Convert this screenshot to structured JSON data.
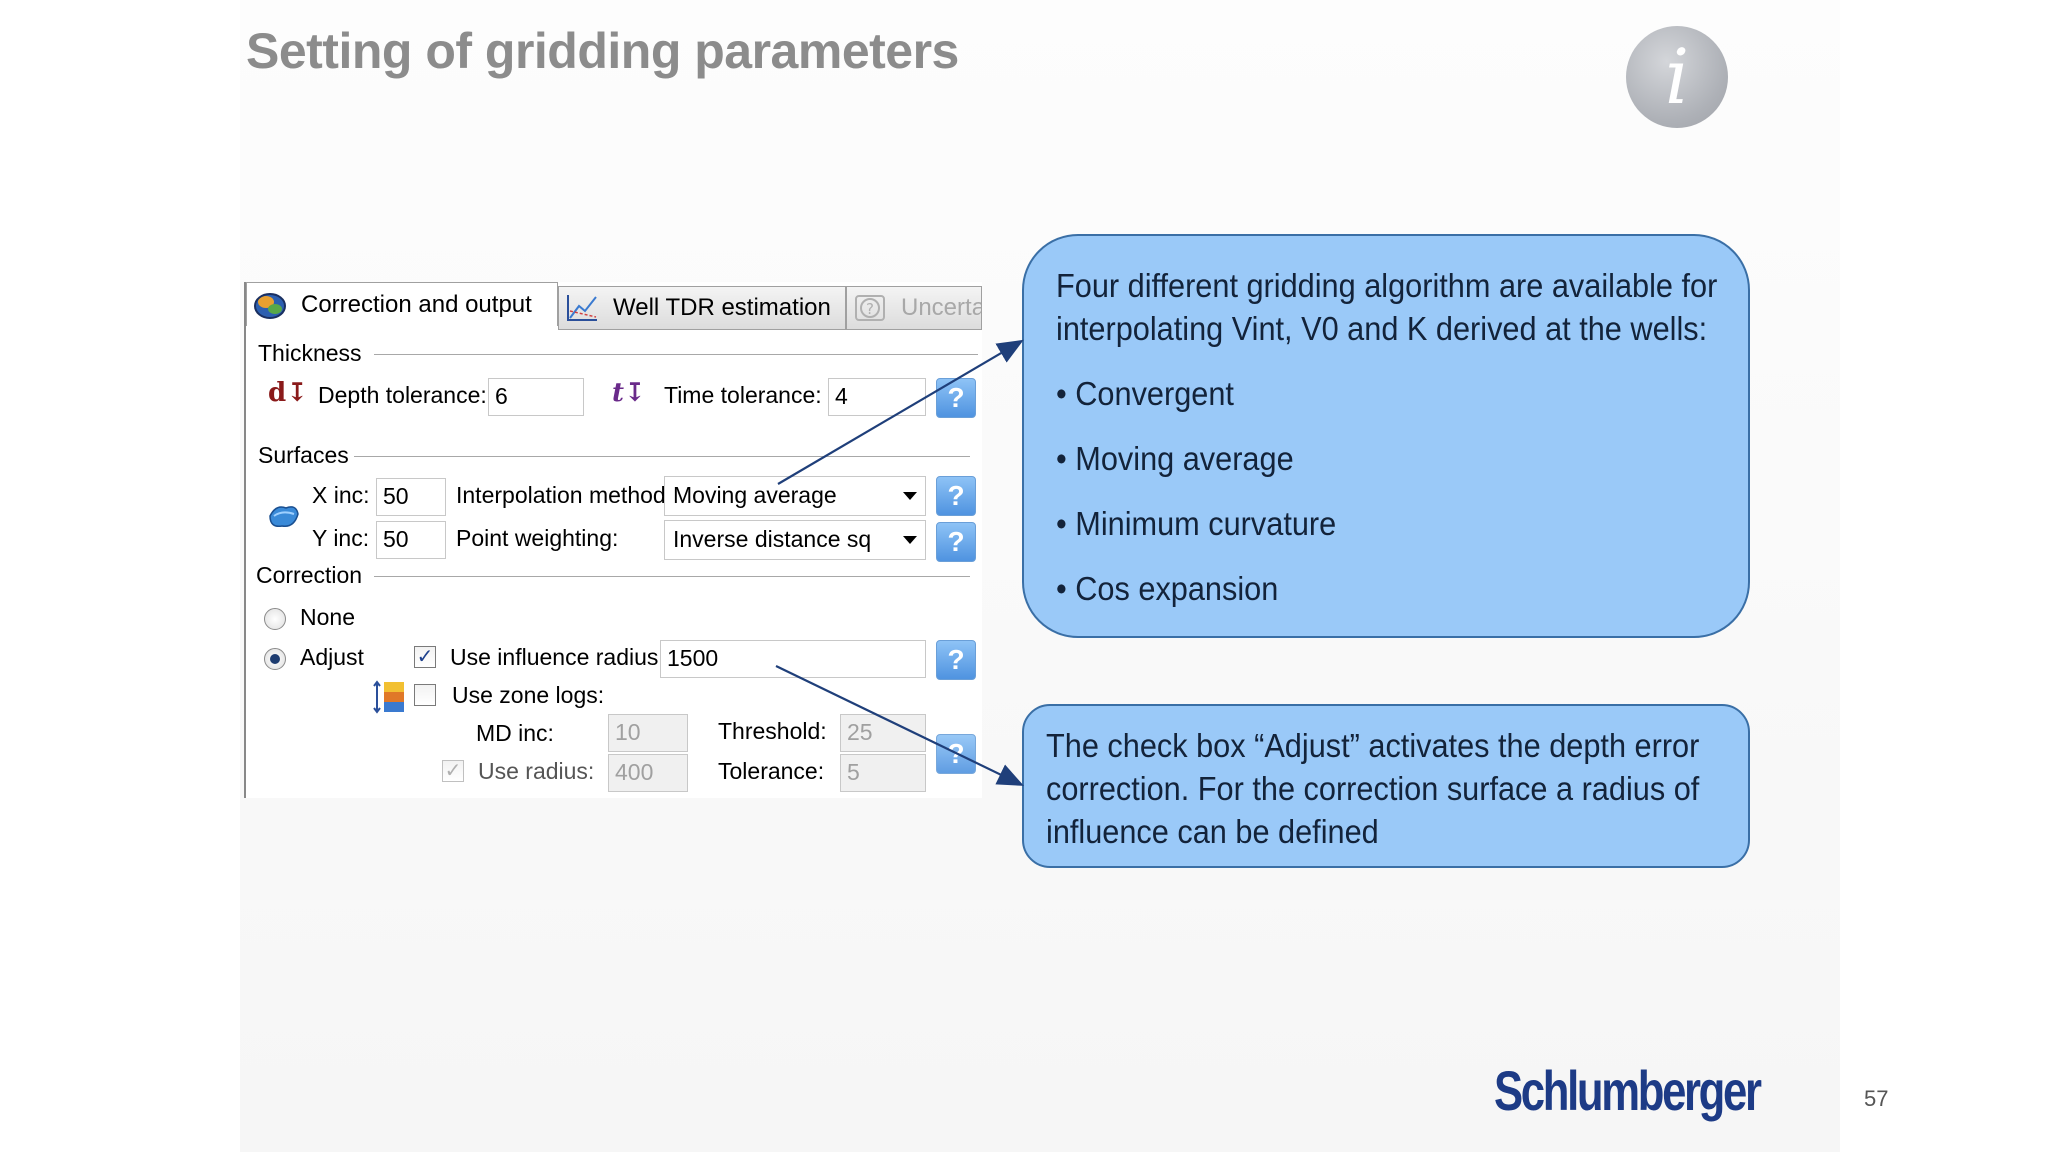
{
  "slide": {
    "title": "Setting of gridding parameters",
    "info_icon_glyph": "i",
    "logo_text": "Schlumberger",
    "page_number": "57"
  },
  "dialog": {
    "tabs": [
      {
        "label": "Correction and output",
        "icon": "globe-layers-icon",
        "selected": true
      },
      {
        "label": "Well TDR estimation",
        "icon": "chart-icon",
        "selected": false
      },
      {
        "label": "Uncerta",
        "icon": "uncertainty-icon",
        "selected": false,
        "disabled": true
      }
    ],
    "thickness": {
      "group_label": "Thickness",
      "depth_tolerance_label": "Depth tolerance:",
      "depth_tolerance_value": "6",
      "time_tolerance_label": "Time tolerance:",
      "time_tolerance_value": "4",
      "depth_icon_glyph": "d",
      "time_icon_glyph": "t"
    },
    "surfaces": {
      "group_label": "Surfaces",
      "x_inc_label": "X inc:",
      "x_inc_value": "50",
      "y_inc_label": "Y inc:",
      "y_inc_value": "50",
      "interpolation_label": "Interpolation method:",
      "interpolation_value": "Moving average",
      "weighting_label": "Point weighting:",
      "weighting_value": "Inverse distance sq"
    },
    "correction": {
      "group_label": "Correction",
      "none_label": "None",
      "adjust_label": "Adjust",
      "selected": "Adjust",
      "use_influence_radius_label": "Use influence radius:",
      "use_influence_radius_checked": true,
      "influence_radius_value": "1500",
      "use_zone_logs_label": "Use zone logs:",
      "use_zone_logs_checked": false,
      "md_inc_label": "MD inc:",
      "md_inc_value": "10",
      "threshold_label": "Threshold:",
      "threshold_value": "25",
      "use_radius_label": "Use radius:",
      "use_radius_checked": true,
      "use_radius_value": "400",
      "tolerance_label": "Tolerance:",
      "tolerance_value": "5"
    },
    "help_glyph": "?"
  },
  "callouts": {
    "algorithms": {
      "text": "Four different gridding algorithm are available for interpolating Vint, V0 and K derived at the wells:",
      "bullets": [
        "• Convergent",
        "• Moving average",
        "• Minimum curvature",
        "• Cos expansion"
      ]
    },
    "adjust": {
      "text": "The check box “Adjust” activates the depth error correction. For the correction surface a radius of influence can be defined"
    }
  },
  "colors": {
    "callout_fill": "#9ac9f8",
    "callout_border": "#3a6fa6",
    "title_gray": "#8c8c8c",
    "logo_blue": "#1d3b86",
    "help_blue": "#4f93e0"
  }
}
